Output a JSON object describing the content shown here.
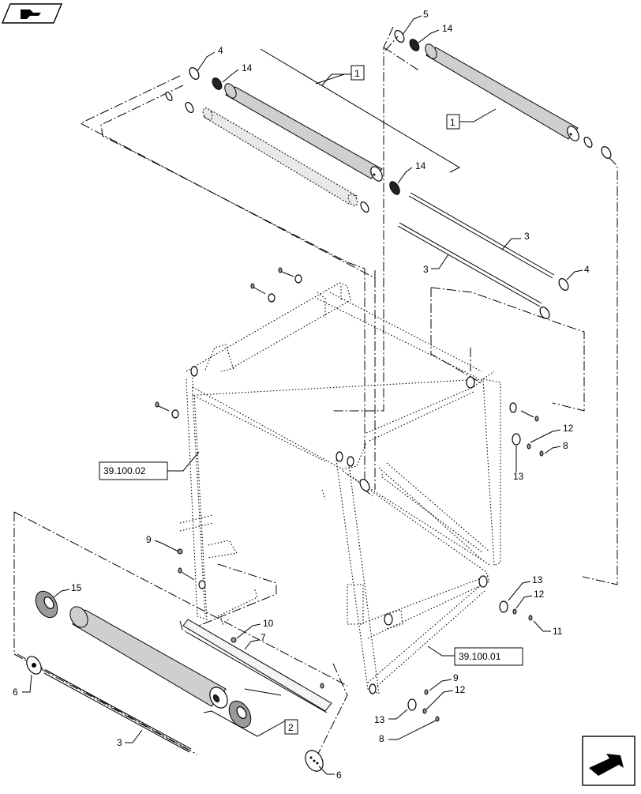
{
  "callouts": {
    "c1a": "1",
    "c1b": "1",
    "c2": "2",
    "n3a": "3",
    "n3b": "3",
    "n3c": "3",
    "n4a": "4",
    "n4b": "4",
    "n5": "5",
    "n6a": "6",
    "n6b": "6",
    "n7": "7",
    "n8a": "8",
    "n8b": "8",
    "n9a": "9",
    "n9b": "9",
    "n10": "10",
    "n11": "11",
    "n12a": "12",
    "n12b": "12",
    "n12c": "12",
    "n13a": "13",
    "n13b": "13",
    "n13c": "13",
    "n14a": "14",
    "n14b": "14",
    "n14c": "14",
    "n15": "15"
  },
  "references": {
    "ref_a": "39.100.02",
    "ref_b": "39.100.01"
  },
  "icons": {
    "top_left": "exploded-view-icon",
    "bottom_right": "next-page-arrow-icon"
  }
}
